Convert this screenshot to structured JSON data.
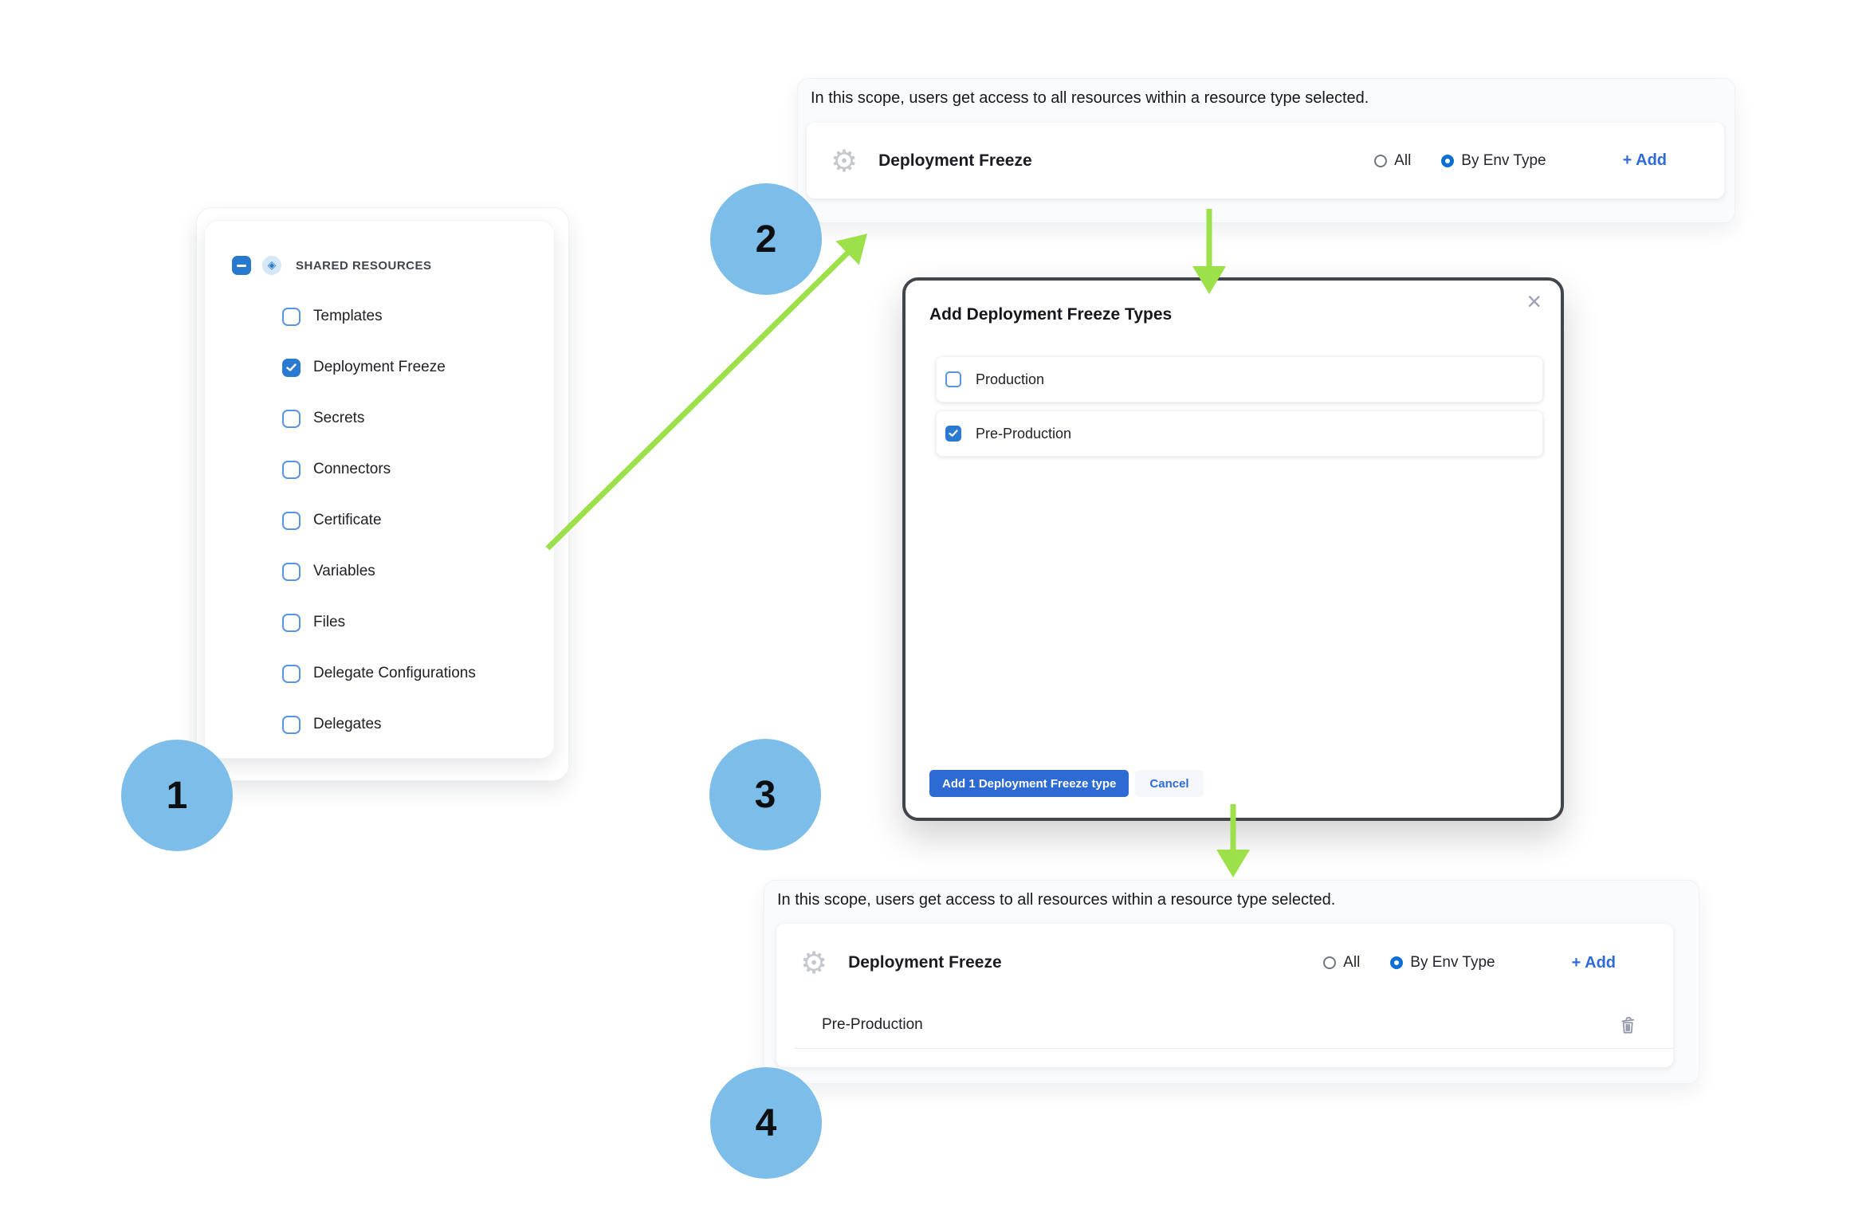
{
  "colors": {
    "arrow_green": "#9CE04A",
    "step_circle_blue": "#7CBEE9",
    "primary_button_blue": "#2D6AD3",
    "checkbox_blue": "#2B7AD2",
    "link_blue": "#2F6BD8",
    "modal_border": "#41464D",
    "panel_bg": "#FAFBFD"
  },
  "steps": [
    {
      "label": "1"
    },
    {
      "label": "2"
    },
    {
      "label": "3"
    },
    {
      "label": "4"
    }
  ],
  "left_panel": {
    "header": {
      "label": "SHARED RESOURCES",
      "checkbox_state": "indeterminate",
      "icon": "shared-resources-diamond",
      "icon_glyph": "◈"
    },
    "items": [
      {
        "label": "Templates",
        "checked": false
      },
      {
        "label": "Deployment Freeze",
        "checked": true
      },
      {
        "label": "Secrets",
        "checked": false
      },
      {
        "label": "Connectors",
        "checked": false
      },
      {
        "label": "Certificate",
        "checked": false
      },
      {
        "label": "Variables",
        "checked": false
      },
      {
        "label": "Files",
        "checked": false
      },
      {
        "label": "Delegate Configurations",
        "checked": false
      },
      {
        "label": "Delegates",
        "checked": false
      }
    ]
  },
  "scope_panel_top": {
    "description": "In this scope, users get access to all resources within a resource type selected.",
    "resource_name": "Deployment Freeze",
    "gear_glyph": "⚙",
    "options": [
      {
        "label": "All",
        "selected": false
      },
      {
        "label": "By Env Type",
        "selected": true
      }
    ],
    "add_label": "+ Add"
  },
  "modal": {
    "title": "Add Deployment Freeze Types",
    "close_glyph": "×",
    "options": [
      {
        "label": "Production",
        "checked": false
      },
      {
        "label": "Pre-Production",
        "checked": true
      }
    ],
    "confirm_label": "Add 1 Deployment Freeze type",
    "cancel_label": "Cancel"
  },
  "scope_panel_bottom": {
    "description": "In this scope, users get access to all resources within a resource type selected.",
    "resource_name": "Deployment Freeze",
    "gear_glyph": "⚙",
    "options": [
      {
        "label": "All",
        "selected": false
      },
      {
        "label": "By Env Type",
        "selected": true
      }
    ],
    "add_label": "+ Add",
    "selected_types": [
      {
        "label": "Pre-Production"
      }
    ]
  }
}
